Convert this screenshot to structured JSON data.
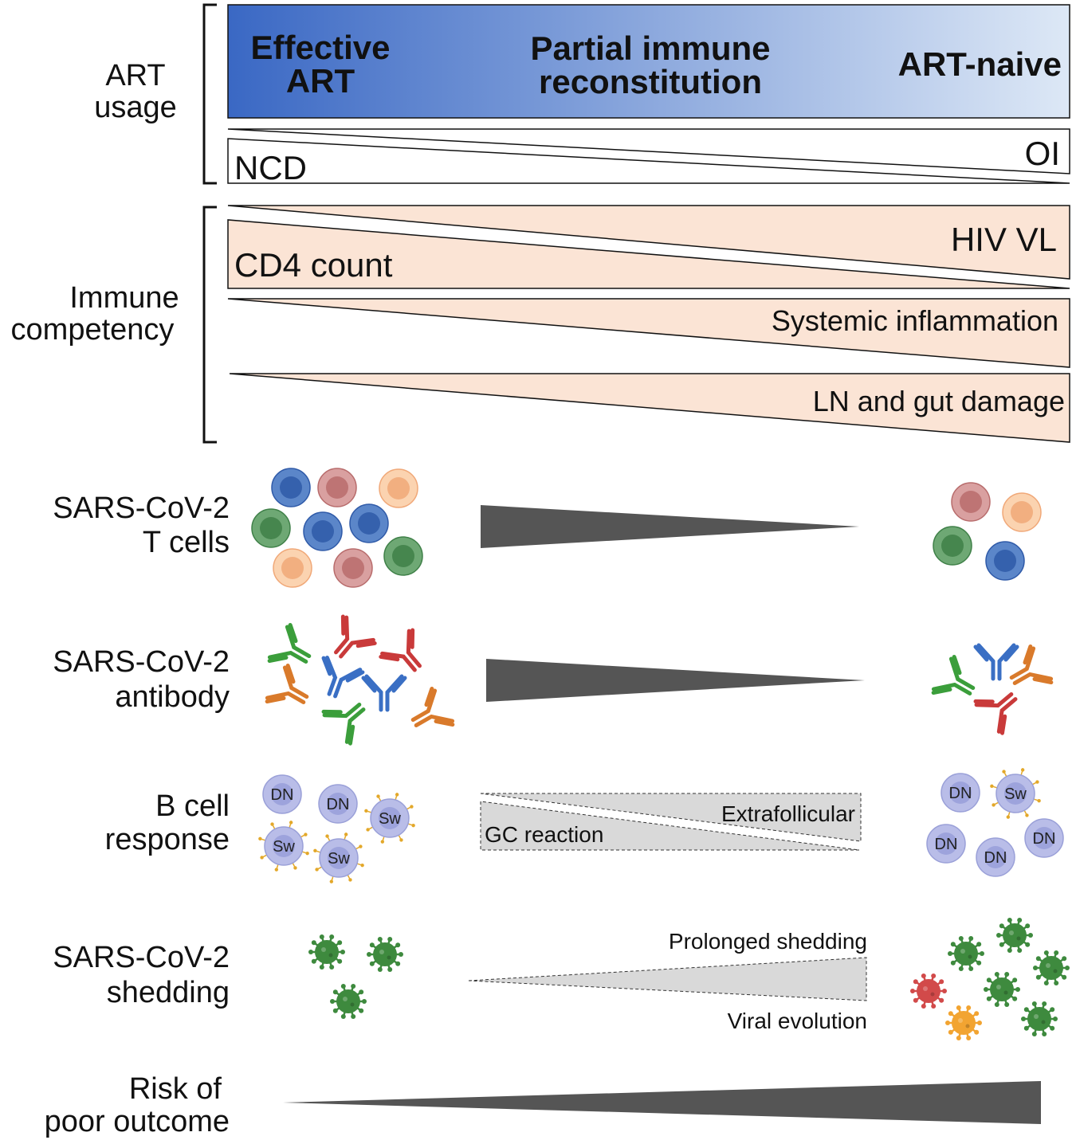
{
  "section_labels": {
    "art_usage": [
      "ART",
      "usage"
    ],
    "immune_competency": [
      "Immune",
      "competency"
    ],
    "t_cells": [
      "SARS-CoV-2",
      "T cells"
    ],
    "antibody": [
      "SARS-CoV-2",
      "antibody"
    ],
    "b_cell": [
      "B cell",
      "response"
    ],
    "shedding": [
      "SARS-CoV-2",
      "shedding"
    ],
    "risk": [
      "Risk of",
      "poor outcome"
    ]
  },
  "art_bar": {
    "effective": [
      "Effective",
      "ART"
    ],
    "partial": [
      "Partial immune",
      "reconstitution"
    ],
    "naive": "ART-naive",
    "gradient_from": "#3a68c4",
    "gradient_to": "#dde8f6"
  },
  "wedges": {
    "ncd": "NCD",
    "oi": "OI",
    "hiv_vl": "HIV VL",
    "cd4_count": "CD4 count",
    "systemic_inflammation": "Systemic inflammation",
    "ln_gut_damage": "LN and gut damage",
    "peach": "#fbe4d5",
    "dark": "#555555",
    "light_gray": "#d9d9d9"
  },
  "b_cell_labels": {
    "extrafollicular": "Extrafollicular",
    "gc_reaction": "GC reaction",
    "dn": "DN",
    "sw": "Sw"
  },
  "shedding_labels": {
    "prolonged": "Prolonged shedding",
    "evolution": "Viral evolution"
  },
  "cell_colors": {
    "blue": [
      "#5b86c9",
      "#2f5aa8"
    ],
    "red": [
      "#d9a0a0",
      "#b86c6c"
    ],
    "peach": [
      "#fbd3b0",
      "#f0a878"
    ],
    "green": [
      "#6ea874",
      "#3f8048"
    ]
  },
  "antibody_colors": [
    "#3b9e3b",
    "#c93a3a",
    "#3a6fc4",
    "#d97a2b"
  ],
  "bcell_color": "#b9bde8",
  "virus_colors": [
    "#3e8a3e",
    "#d24a4a",
    "#f2a431"
  ]
}
